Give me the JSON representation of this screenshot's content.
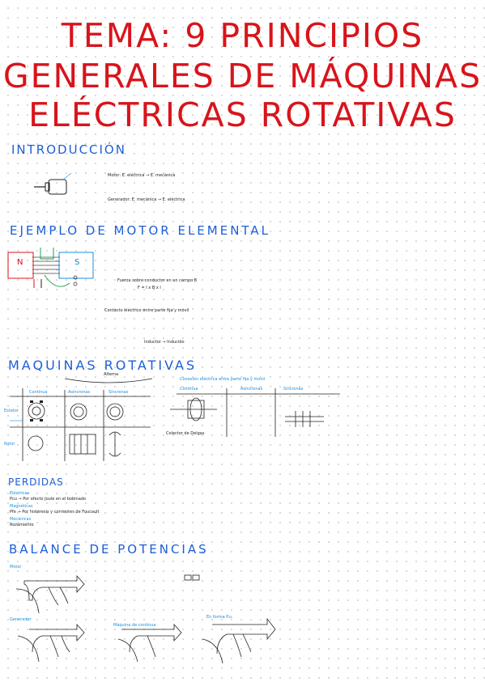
{
  "title": {
    "line1": "TEMA: 9 PRINCIPIOS",
    "line2": "GENERALES DE MÁQUINAS",
    "line3": "ELÉCTRICAS ROTATIVAS"
  },
  "sections": {
    "intro": "INTRODUCCIÓN",
    "ejemplo": "EJEMPLO DE MOTOR ELEMENTAL",
    "maquinas": "MAQUINAS ROTATIVAS",
    "perdidas": "PERDIDAS",
    "balance": "BALANCE DE POTENCIAS"
  },
  "intro": {
    "notes": [
      "Motor: E. eléctrica → E. mecánica",
      "Generador: E. mecánica → E. eléctrica"
    ]
  },
  "motor": {
    "north": "N",
    "south": "S",
    "notes": [
      "Fuerza sobre conductor en un campo B",
      "F = I x B x l",
      "Contacto eléctrico entre parte fija y movil",
      "Inductor → Inducido"
    ]
  },
  "maquinas": {
    "col_headers": [
      "Continua",
      "Asíncronas",
      "Síncronas"
    ],
    "row_labels": [
      "Estator",
      "Rotor"
    ],
    "top_label": "Alterna",
    "contacto": "Conexión eléctrica entre parte fija y movil",
    "right_headers": [
      "Continua",
      "Asíncronas",
      "Síncronas"
    ],
    "colector": "Colector de Delgas"
  },
  "perdidas": {
    "lines": [
      "Eléctricas",
      "Pcu → Por efecto Joule en el bobinado",
      "Magnéticas",
      "Pfe → Por histéresis y corrientes de Foucault",
      "Mecánicas",
      "Rozamiento"
    ]
  },
  "balance": {
    "labels": [
      "Motor",
      "Generador"
    ],
    "middle_title": "Máquina de continua",
    "right_title": "En forma P.u."
  }
}
